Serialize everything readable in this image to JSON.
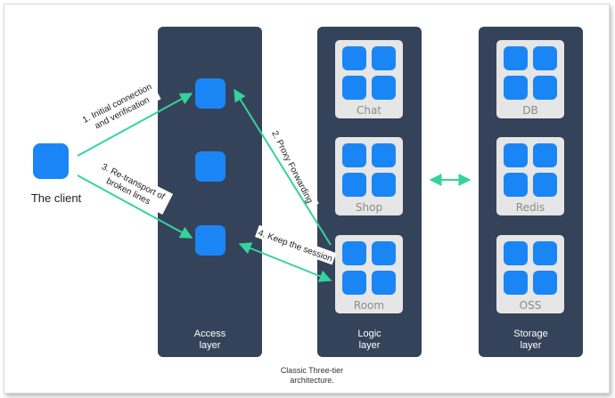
{
  "client": {
    "label": "The client"
  },
  "layers": {
    "access": {
      "label": "Access\nlayer"
    },
    "logic": {
      "label": "Logic\nlayer",
      "nodes": [
        "Chat",
        "Shop",
        "Room"
      ]
    },
    "storage": {
      "label": "Storage\nlayer",
      "nodes": [
        "DB",
        "Redis",
        "OSS"
      ]
    }
  },
  "arrows": {
    "initial_line1": "1. Initial connection",
    "initial_line2": "and verification",
    "proxy": "2. Proxy Forwarding",
    "retransport_line1": "3. Re-transport of",
    "retransport_line2": "broken lines",
    "keep_session": "4. Keep the session"
  },
  "caption": "Classic Three-tier\narchitecture.",
  "colors": {
    "layer_bg": "#34435a",
    "tile": "#1a86f5",
    "node_bg": "#e6e6e6",
    "arrow": "#35d39a"
  }
}
